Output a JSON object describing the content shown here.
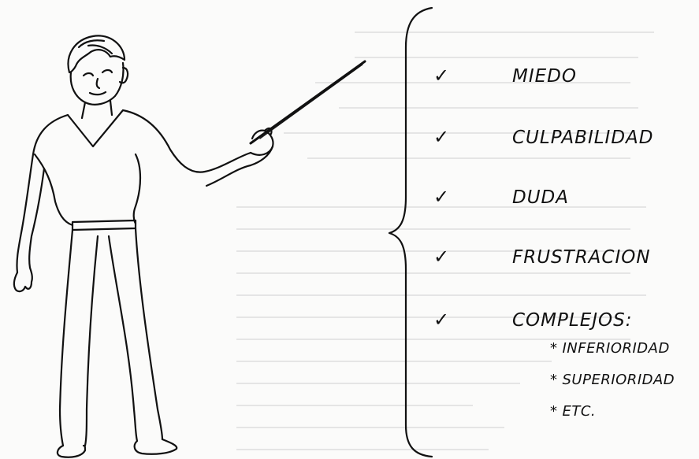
{
  "items": [
    {
      "check": "✓",
      "label": "MIEDO"
    },
    {
      "check": "✓",
      "label": "CULPABILIDAD"
    },
    {
      "check": "✓",
      "label": "DUDA"
    },
    {
      "check": "✓",
      "label": "FRUSTRACION"
    },
    {
      "check": "✓",
      "label": "COMPLEJOS:"
    }
  ],
  "subitems": [
    {
      "bullet": "*",
      "label": "INFERIORIDAD"
    },
    {
      "bullet": "*",
      "label": "SUPERIORIDAD"
    },
    {
      "bullet": "*",
      "label": "ETC."
    }
  ],
  "illustration": {
    "subject": "man-pointing-with-stick-icon",
    "stroke_color": "#111111",
    "paper_color": "#fbfbfa"
  }
}
